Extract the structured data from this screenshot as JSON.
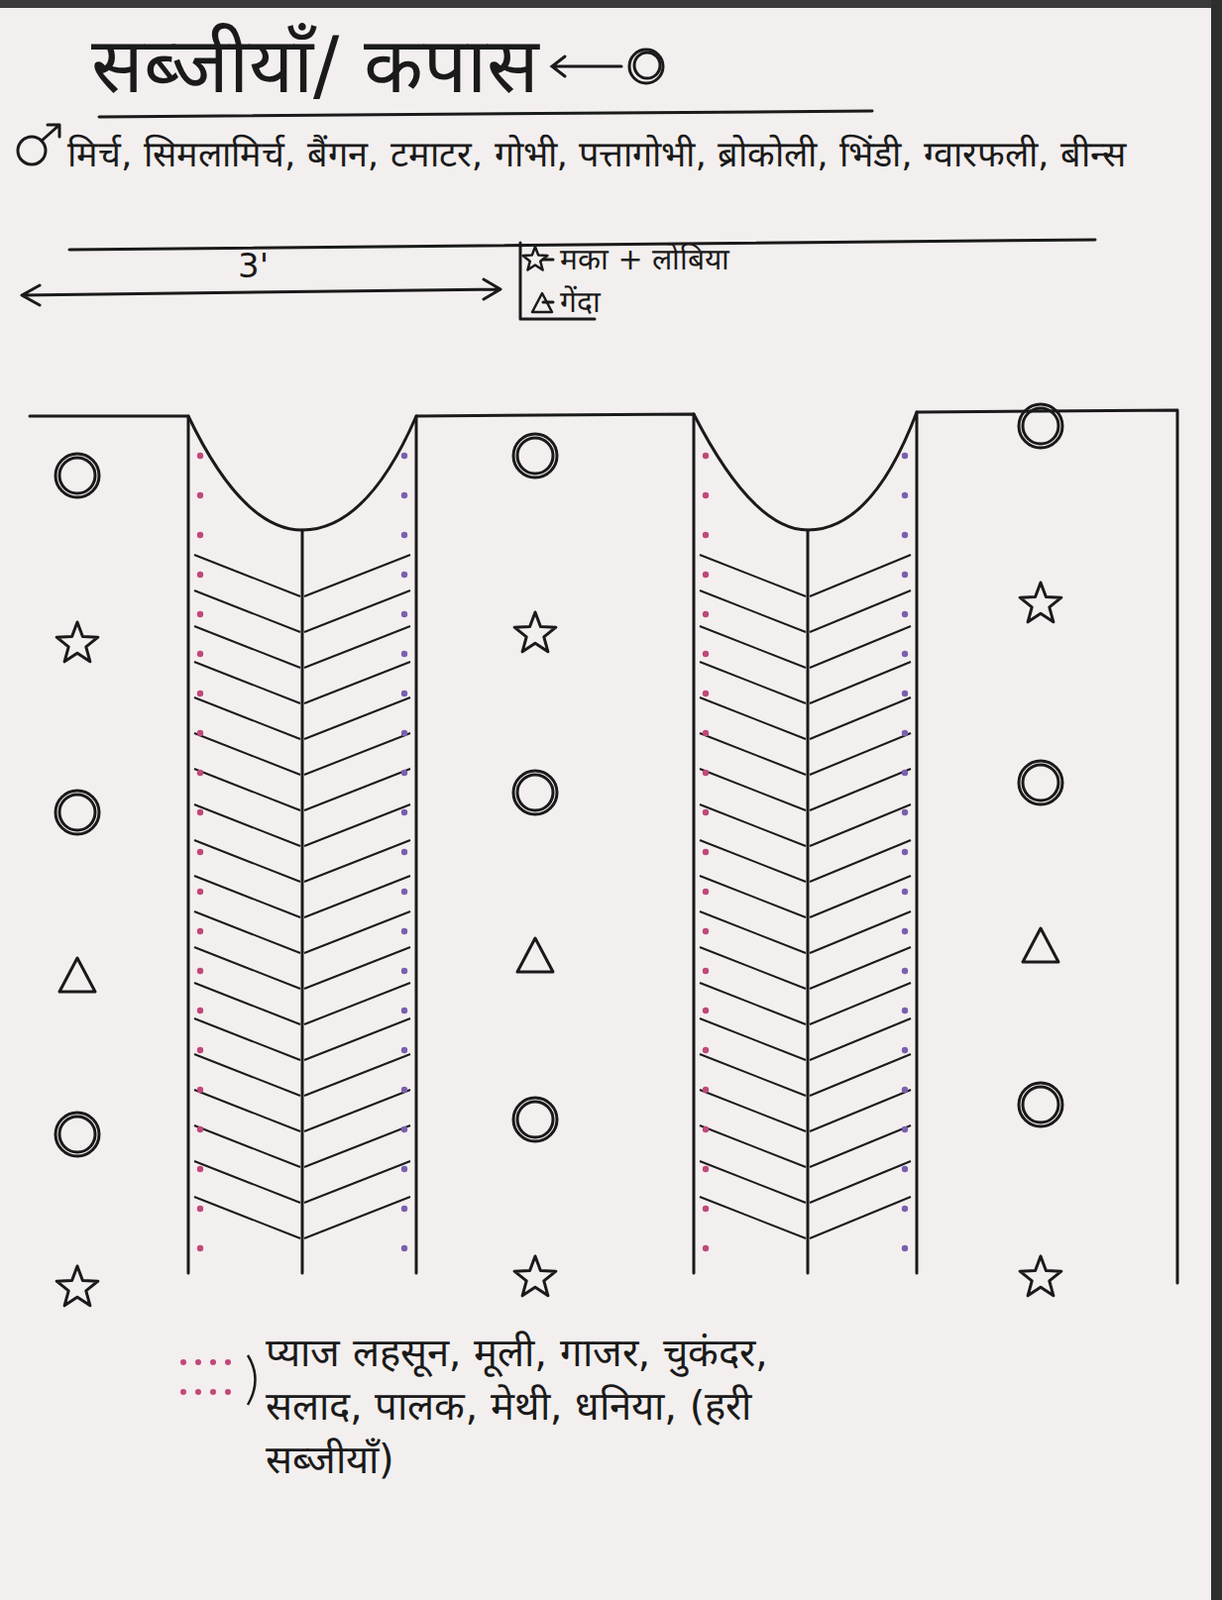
{
  "diagram": {
    "title": "सब्जीयाँ/ कपास",
    "labels": [
      "मिर्च, सिमलामिर्च, बैंगन, टमाटर, गोभी, पत्तागोभी, ब्रोकोली, भिंडी, ग्वारफली, बीन्स",
      "3'"
    ],
    "legend": [
      {
        "text": "मका + लोबिया"
      },
      {
        "text": "गेंदा"
      },
      {
        "text": "प्याज लहसून, मूली, गाजर, चुकंदर, सलाद, पालक, मेथी, धनिया, (हरी सब्जीयाँ)"
      }
    ]
  }
}
